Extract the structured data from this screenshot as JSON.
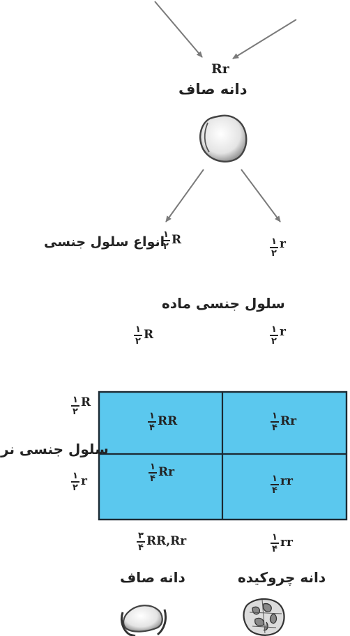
{
  "parent": {
    "genotype": "Rr",
    "phenotype": "دانه صاف"
  },
  "gametes": {
    "label": "انواع سلول جنسی",
    "left": {
      "num": "۱",
      "den": "۲",
      "allele": "R"
    },
    "right": {
      "num": "۱",
      "den": "۲",
      "allele": "r"
    }
  },
  "female": {
    "label": "سلول جنسی ماده",
    "left": {
      "num": "۱",
      "den": "۲",
      "allele": "R"
    },
    "right": {
      "num": "۱",
      "den": "۲",
      "allele": "r"
    }
  },
  "male": {
    "label": "سلول جنسی نر",
    "top": {
      "num": "۱",
      "den": "۲",
      "allele": "R"
    },
    "bottom": {
      "num": "۱",
      "den": "۲",
      "allele": "r"
    }
  },
  "grid": {
    "fill": "#5bc8ee",
    "cells": [
      {
        "num": "۱",
        "den": "۴",
        "genotype": "RR"
      },
      {
        "num": "۱",
        "den": "۴",
        "genotype": "Rr"
      },
      {
        "num": "۱",
        "den": "۴",
        "genotype": "Rr"
      },
      {
        "num": "۱",
        "den": "۴",
        "genotype": "rr"
      }
    ]
  },
  "results": {
    "left": {
      "num": "۳",
      "den": "۴",
      "genotypes": "RR,Rr",
      "phenotype": "دانه صاف"
    },
    "right": {
      "num": "۱",
      "den": "۴",
      "genotypes": "rr",
      "phenotype": "دانه چروکیده"
    }
  }
}
